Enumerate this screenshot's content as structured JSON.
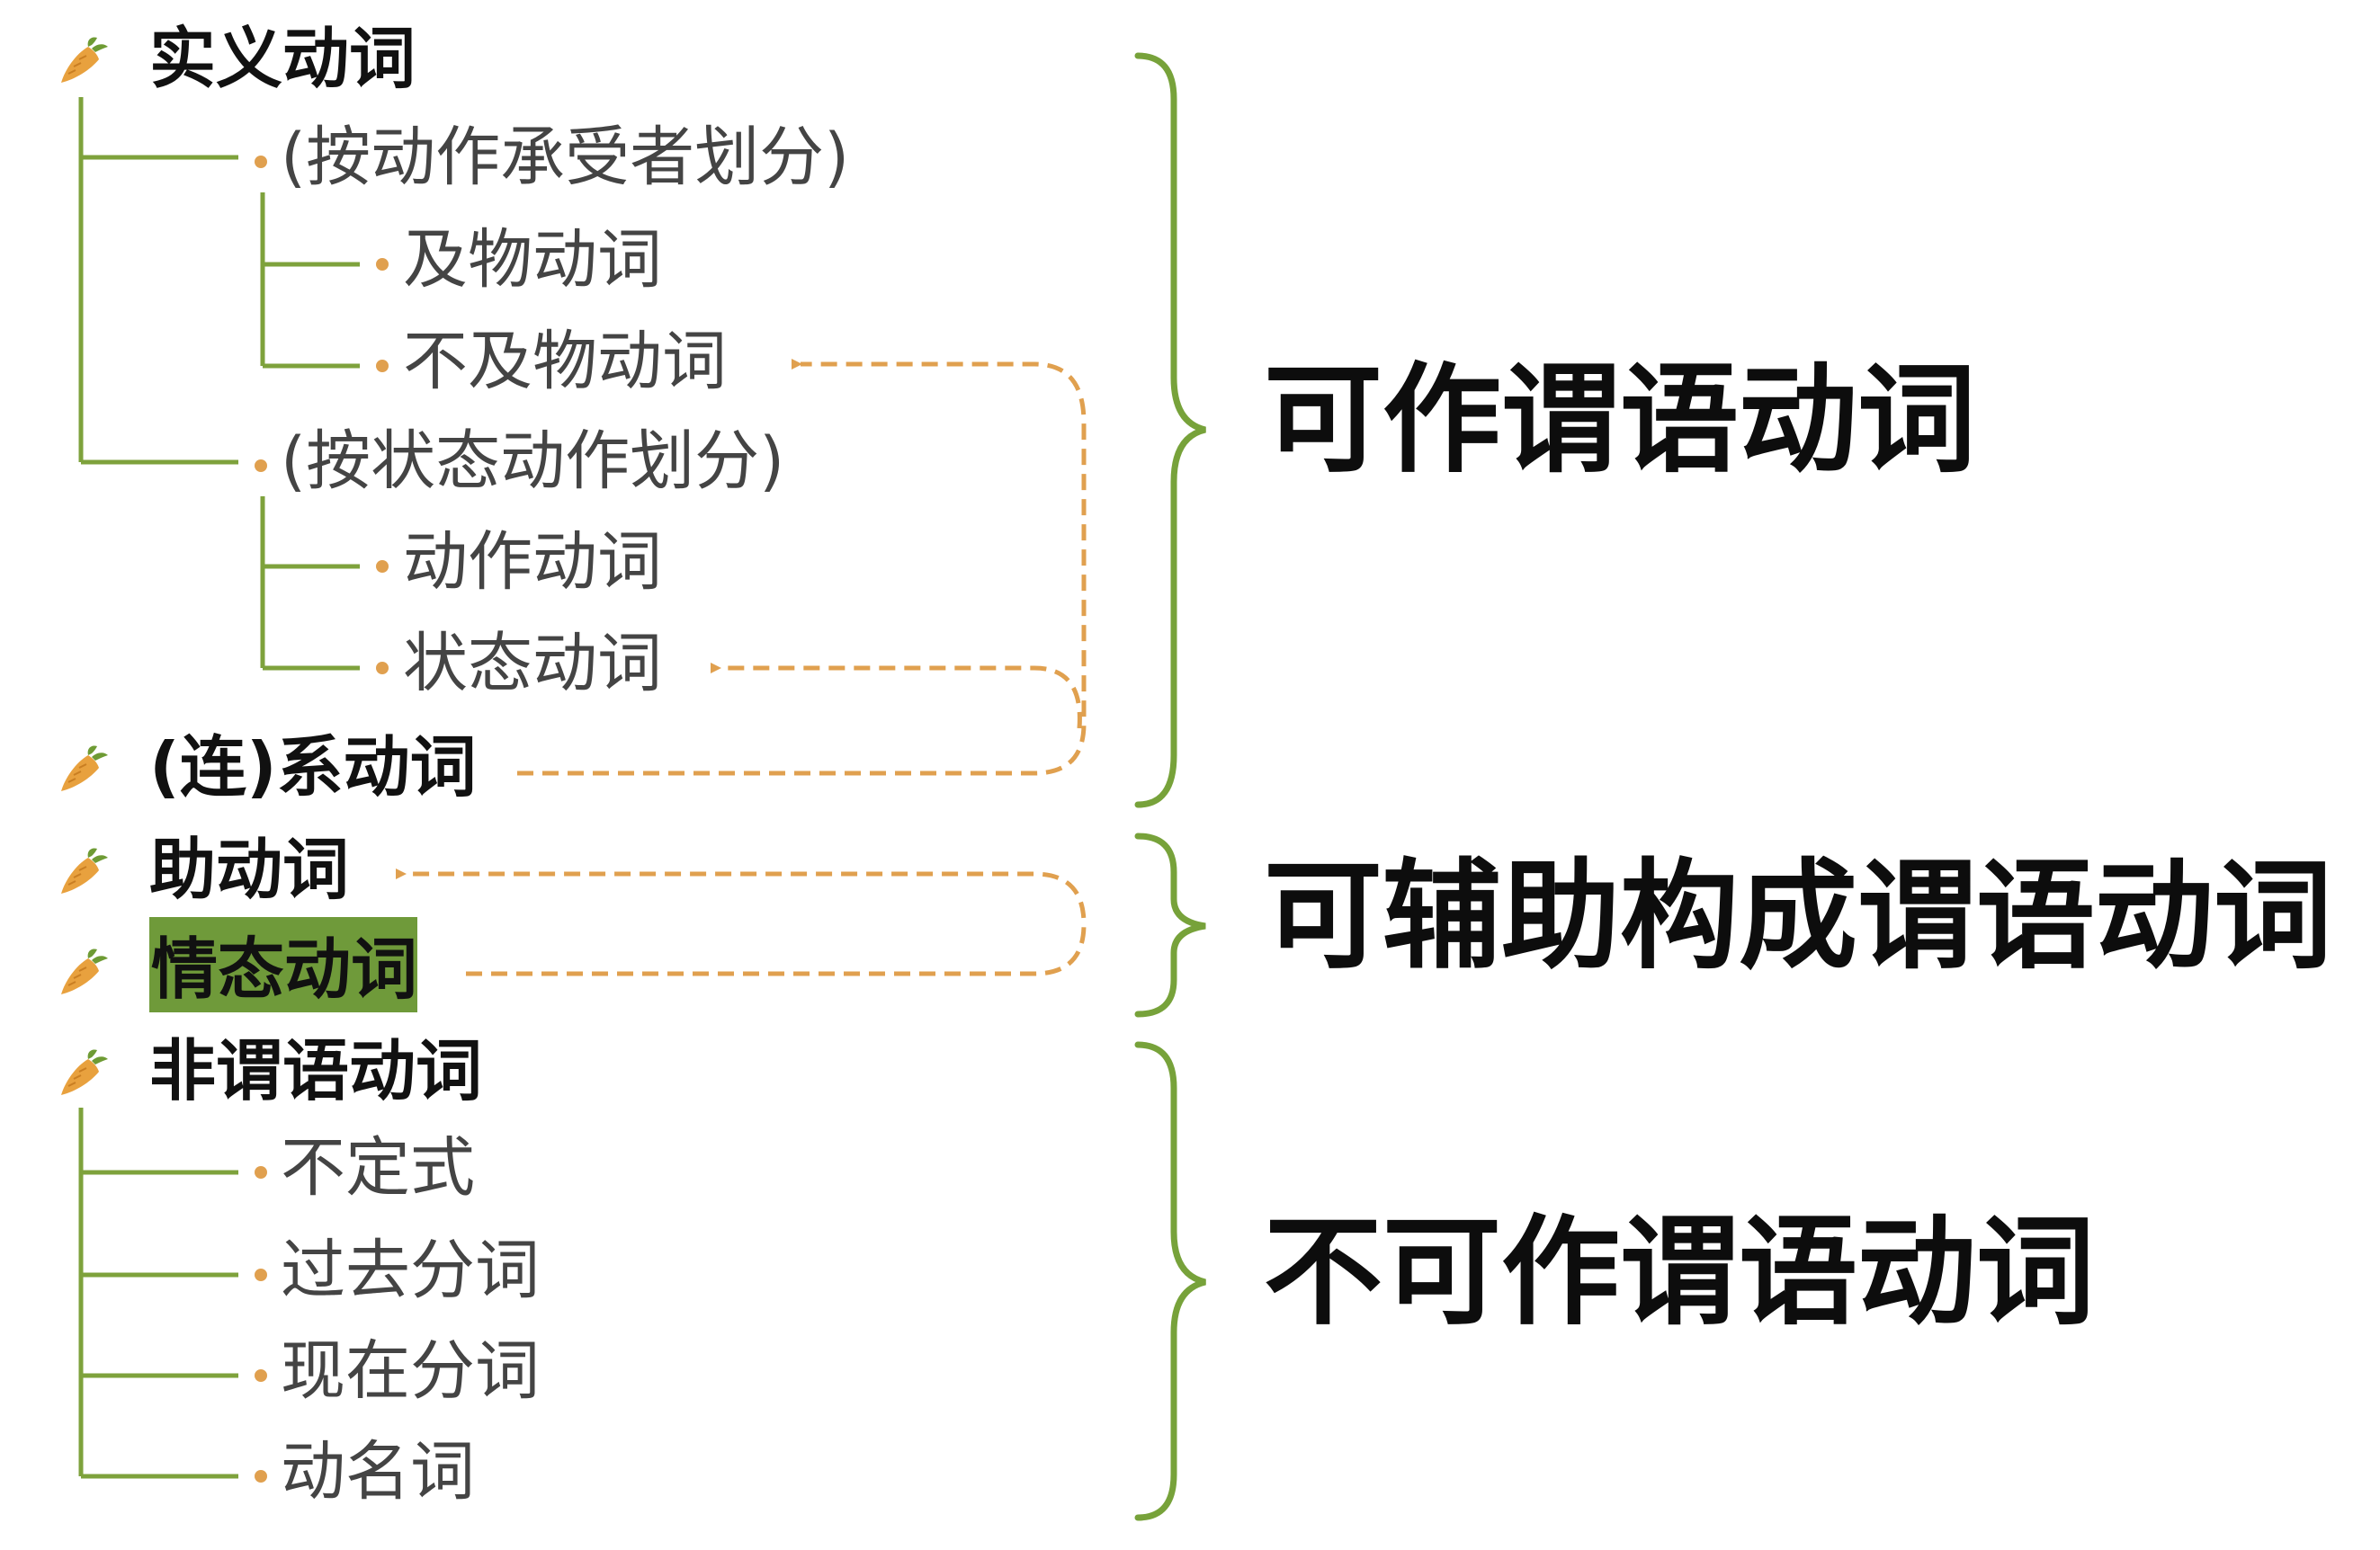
{
  "colors": {
    "tree_line": "#7ea23c",
    "brace": "#77a23a",
    "dash_arrow": "#e0a04f",
    "bullet": "#e0a04f",
    "highlight": "#6f9a3a",
    "carrot_body": "#e8a13e",
    "carrot_leaf": "#6e9b34"
  },
  "icons": {
    "top_bullet": "carrot-icon",
    "sub_bullet": "dot-bullet-icon"
  },
  "nodes": {
    "shiyi": "实义动词",
    "by_receiver": "(按动作承受者划分)",
    "jiwu": "及物动词",
    "bujiwu": "不及物动词",
    "by_state": "(按状态动作划分)",
    "dongzuo": "动作动词",
    "zhuangtai": "状态动词",
    "lianxi": "(连)系动词",
    "zhu": "助动词",
    "qingtai": "情态动词",
    "feiweiyu": "非谓语动词",
    "budingshi": "不定式",
    "guoqu": "过去分词",
    "xianzai": "现在分词",
    "dongming": "动名词"
  },
  "labels": {
    "group1": "可作谓语动词",
    "group2": "可辅助构成谓语动词",
    "group3": "不可作谓语动词"
  }
}
